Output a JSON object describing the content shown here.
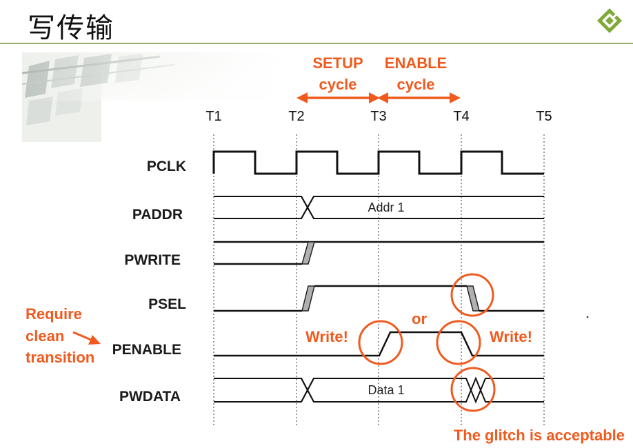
{
  "header": {
    "title": "写传输"
  },
  "colors": {
    "accent": "#f05a1e",
    "rule": "#9aae6f",
    "logo": "#7ea838"
  },
  "icons": [
    "logo-icon"
  ],
  "phases": {
    "setup": [
      "SETUP",
      "cycle"
    ],
    "enable": [
      "ENABLE",
      "cycle"
    ]
  },
  "time_markers": [
    "T1",
    "T2",
    "T3",
    "T4",
    "T5"
  ],
  "signals": [
    "PCLK",
    "PADDR",
    "PWRITE",
    "PSEL",
    "PENABLE",
    "PWDATA"
  ],
  "bus_values": {
    "paddr": "Addr 1",
    "pwdata": "Data 1"
  },
  "notes": {
    "require": [
      "Require",
      "clean",
      "transition"
    ],
    "or": "or",
    "write_left": "Write!",
    "write_right": "Write!",
    "glitch": "The glitch is acceptable"
  }
}
